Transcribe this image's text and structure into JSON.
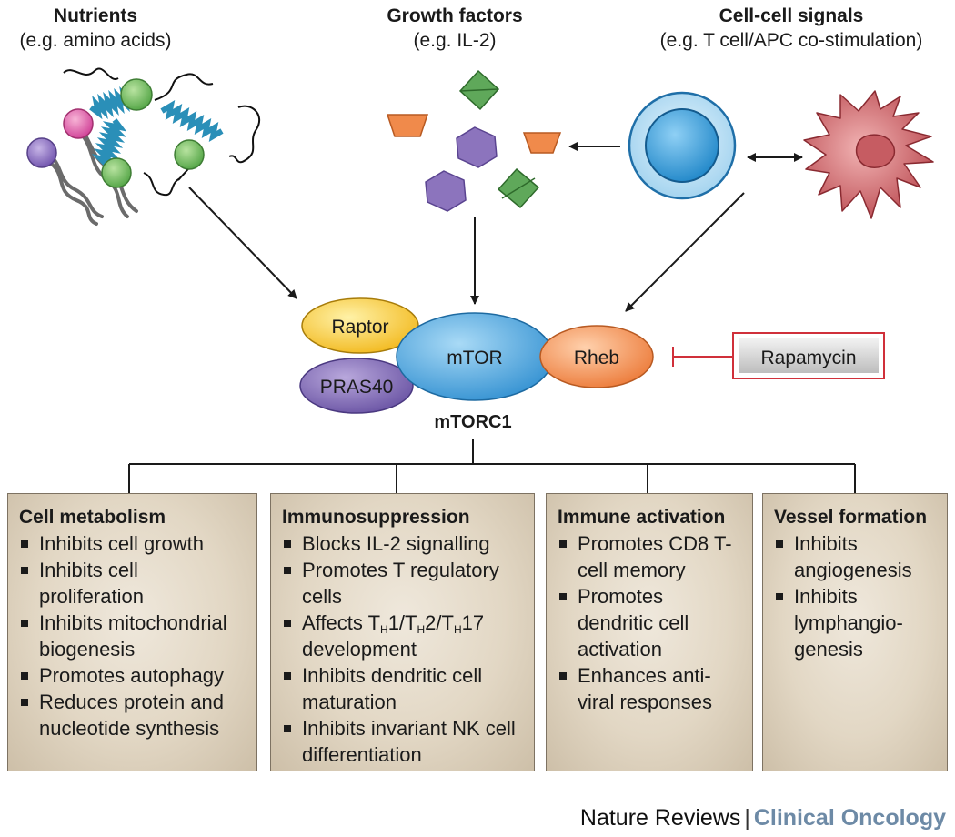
{
  "inputs": [
    {
      "title": "Nutrients",
      "subtitle": "(e.g. amino acids)"
    },
    {
      "title": "Growth factors",
      "subtitle": "(e.g. IL-2)"
    },
    {
      "title": "Cell-cell signals",
      "subtitle": "(e.g. T cell/APC co-stimulation)"
    }
  ],
  "complex": {
    "raptor": "Raptor",
    "mtor": "mTOR",
    "pras40": "PRAS40",
    "rheb": "Rheb",
    "name": "mTORC1"
  },
  "inhibitor": "Rapamycin",
  "boxes": [
    {
      "title": "Cell metabolism",
      "items": [
        "Inhibits cell growth",
        "Inhibits cell proliferation",
        "Inhibits mitochondrial biogenesis",
        "Promotes autophagy",
        "Reduces protein and nucleotide synthesis"
      ]
    },
    {
      "title": "Immunosuppression",
      "items": [
        "Blocks IL-2 signalling",
        "Promotes T regulatory cells",
        "Affects TH1/TH2/TH17 development",
        "Inhibits dendritic cell maturation",
        "Inhibits invariant NK cell differentiation"
      ]
    },
    {
      "title": "Immune activation",
      "items": [
        "Promotes CD8 T-cell memory",
        "Promotes dendritic cell activation",
        "Enhances anti-viral responses"
      ]
    },
    {
      "title": "Vessel formation",
      "items": [
        "Inhibits angiogenesis",
        "Inhibits lymphangio-genesis"
      ]
    }
  ],
  "footer": {
    "journal": "Nature Reviews",
    "separator": "|",
    "title": "Clinical Oncology"
  },
  "colors": {
    "raptor": "#f5c842",
    "mtor": "#4aa3dc",
    "pras40": "#7b66b0",
    "rheb": "#f08a4b",
    "inhibit_line": "#d0303a",
    "box_fill": "#e2d7c4"
  }
}
